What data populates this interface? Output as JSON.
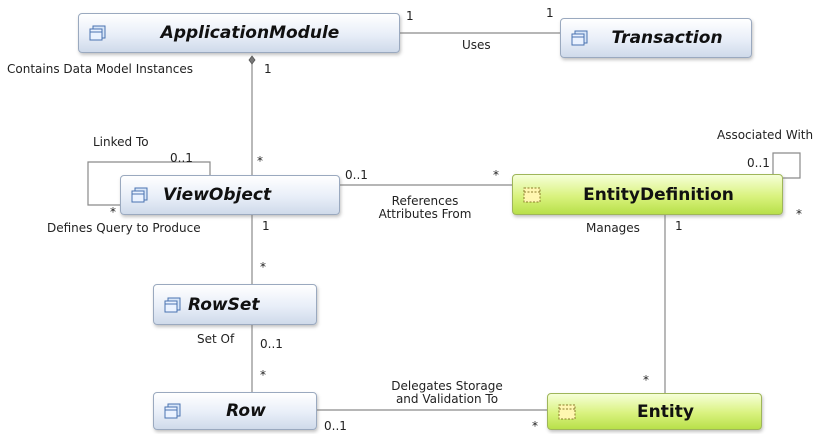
{
  "diagram": {
    "nodes": {
      "application_module": {
        "name": "ApplicationModule",
        "icon": "class-icon"
      },
      "transaction": {
        "name": "Transaction",
        "icon": "class-icon"
      },
      "view_object": {
        "name": "ViewObject",
        "icon": "class-icon"
      },
      "entity_definition": {
        "name": "EntityDefinition",
        "icon": "entity-icon"
      },
      "row_set": {
        "name": "RowSet",
        "icon": "class-icon"
      },
      "row": {
        "name": "Row",
        "icon": "class-icon"
      },
      "entity": {
        "name": "Entity",
        "icon": "entity-icon"
      }
    },
    "associations": {
      "uses": {
        "label": "Uses",
        "source_mult": "1",
        "target_mult": "1"
      },
      "contains": {
        "label": "Contains Data Model Instances",
        "source_mult": "1",
        "target_mult": "*"
      },
      "linked_to": {
        "label": "Linked To",
        "source_mult": "0..1",
        "target_mult": "*"
      },
      "references": {
        "label_line1": "References",
        "label_line2": "Attributes From",
        "source_mult": "0..1",
        "target_mult": "*"
      },
      "associated_with": {
        "label": "Associated With",
        "source_mult": "0..1",
        "target_mult": "*"
      },
      "defines_query": {
        "label": "Defines Query to Produce",
        "source_mult": "1",
        "target_mult": "*"
      },
      "manages": {
        "label": "Manages",
        "source_mult": "1",
        "target_mult": "*"
      },
      "set_of": {
        "label": "Set Of",
        "source_mult": "0..1",
        "target_mult": "*"
      },
      "delegates": {
        "label_line1": "Delegates Storage",
        "label_line2": "and Validation To",
        "source_mult": "0..1",
        "target_mult": "*"
      }
    }
  },
  "colors": {
    "class_fill": "#e8eef8",
    "entity_fill": "#d9f27e",
    "line": "#8a8a8a"
  }
}
